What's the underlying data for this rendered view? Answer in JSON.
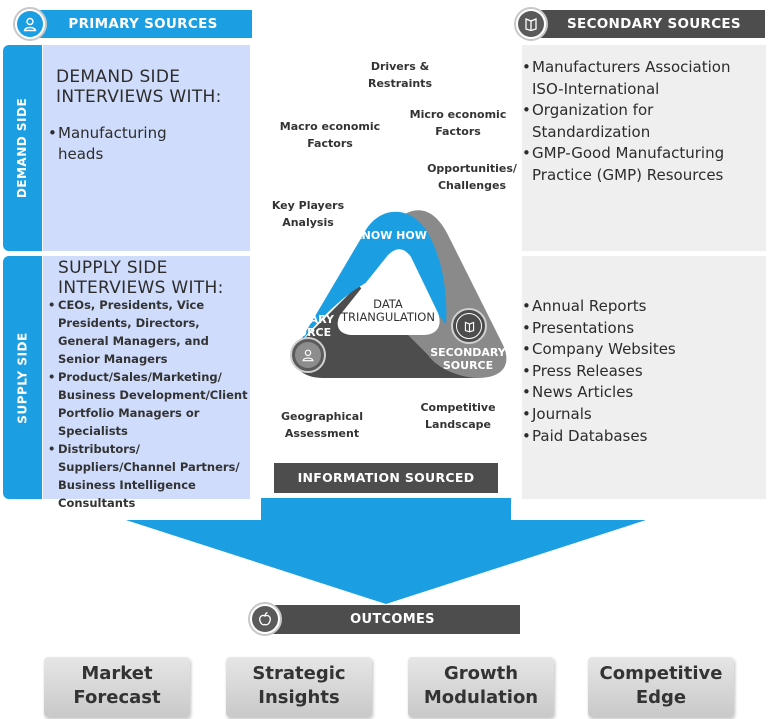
{
  "headers": {
    "primary": "PRIMARY SOURCES",
    "secondary": "SECONDARY SOURCES",
    "info_sourced": "INFORMATION SOURCED",
    "outcomes": "OUTCOMES"
  },
  "side_tabs": {
    "demand": "DEMAND SIDE",
    "supply": "SUPPLY SIDE"
  },
  "demand": {
    "title_line1": "DEMAND SIDE",
    "title_line2": "INTERVIEWS WITH:",
    "items": [
      "Manufacturing heads"
    ]
  },
  "supply": {
    "title_line1": "SUPPLY SIDE",
    "title_line2": "INTERVIEWS WITH:",
    "items": [
      "CEOs, Presidents, Vice Presidents, Directors, General Managers, and Senior Managers",
      "Product/Sales/Marketing/ Business Development/Client Portfolio Managers or Specialists",
      "Distributors/ Suppliers/Channel Partners/ Business Intelligence Consultants"
    ]
  },
  "secondary_top": {
    "items": [
      "Manufacturers Association ISO-International",
      "Organization for Standardization",
      "GMP-Good Manufacturing Practice (GMP) Resources"
    ]
  },
  "secondary_bottom": {
    "items": [
      "Annual Reports",
      "Presentations",
      "Company Websites",
      "Press Releases",
      "News Articles",
      "Journals",
      "Paid Databases"
    ]
  },
  "factors": {
    "drivers_l1": "Drivers &",
    "drivers_l2": "Restraints",
    "macro_l1": "Macro economic",
    "macro_l2": "Factors",
    "micro_l1": "Micro economic",
    "micro_l2": "Factors",
    "opp_l1": "Opportunities/",
    "opp_l2": "Challenges",
    "key_l1": "Key Players",
    "key_l2": "Analysis",
    "geo_l1": "Geographical",
    "geo_l2": "Assessment",
    "comp_l1": "Competitive",
    "comp_l2": "Landscape"
  },
  "triangle": {
    "know_how": "KNOW HOW",
    "primary_l1": "PRIMARY",
    "primary_l2": "SOURCE",
    "secondary_l1": "SECONDARY",
    "secondary_l2": "SOURCE",
    "center_l1": "DATA",
    "center_l2": "TRIANGULATION"
  },
  "outcomes": [
    {
      "l1": "Market",
      "l2": "Forecast"
    },
    {
      "l1": "Strategic",
      "l2": "Insights"
    },
    {
      "l1": "Growth",
      "l2": "Modulation"
    },
    {
      "l1": "Competitive",
      "l2": "Edge"
    }
  ],
  "colors": {
    "blue": "#1c9ee2",
    "dark": "#4d4d4d",
    "mid_grey": "#8a8a8a",
    "light_blue_panel": "#cfdcfb",
    "grey_panel": "#efefef"
  },
  "icons": [
    "user-icon",
    "book-icon",
    "apple-icon"
  ]
}
